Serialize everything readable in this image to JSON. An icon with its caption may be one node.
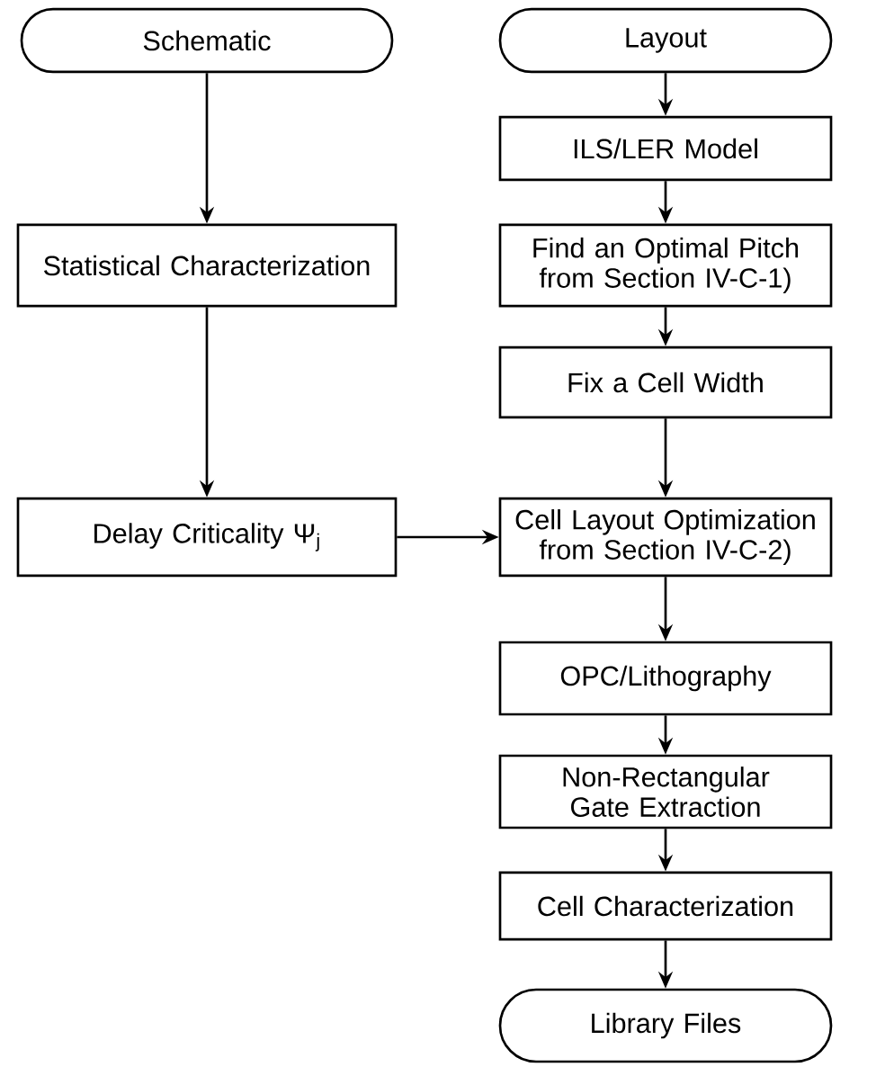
{
  "diagram": {
    "nodes": [
      {
        "text": [
          "Schematic"
        ]
      },
      {
        "text": [
          "Statistical Characterization"
        ]
      },
      {
        "text": [
          "Delay Criticality Ψ$_{j}$"
        ]
      },
      {
        "text": [
          "Layout"
        ]
      },
      {
        "text": [
          "ILS/LER Model"
        ]
      },
      {
        "text": [
          "Find an Optimal Pitch from Section IV-C-1)"
        ]
      },
      {
        "text": [
          "Fix a Cell Width"
        ]
      },
      {
        "text": [
          "Cell Layout Optimization from Section IV-C-2)"
        ]
      },
      {
        "text": [
          "OPC/Lithography"
        ]
      },
      {
        "text": [
          "Non-Rectangular Gate Extraction"
        ]
      },
      {
        "text": [
          "Cell Characterization"
        ]
      },
      {
        "text": [
          "Library Files"
        ]
      }
    ],
    "edges": [
      {
        "from": 0,
        "to": 1,
        "arrow": "to"
      },
      {
        "from": 1,
        "to": 2,
        "arrow": "to"
      },
      {
        "from": 2,
        "to": 7,
        "arrow": "to"
      },
      {
        "from": 3,
        "to": 4,
        "arrow": "to"
      },
      {
        "from": 4,
        "to": 5,
        "arrow": "to"
      },
      {
        "from": 5,
        "to": 6,
        "arrow": "to"
      },
      {
        "from": 6,
        "to": 7,
        "arrow": "to"
      },
      {
        "from": 7,
        "to": 8,
        "arrow": "to"
      },
      {
        "from": 8,
        "to": 9,
        "arrow": "to"
      },
      {
        "from": 9,
        "to": 10,
        "arrow": "to"
      },
      {
        "from": 10,
        "to": 11,
        "arrow": "to"
      }
    ]
  }
}
